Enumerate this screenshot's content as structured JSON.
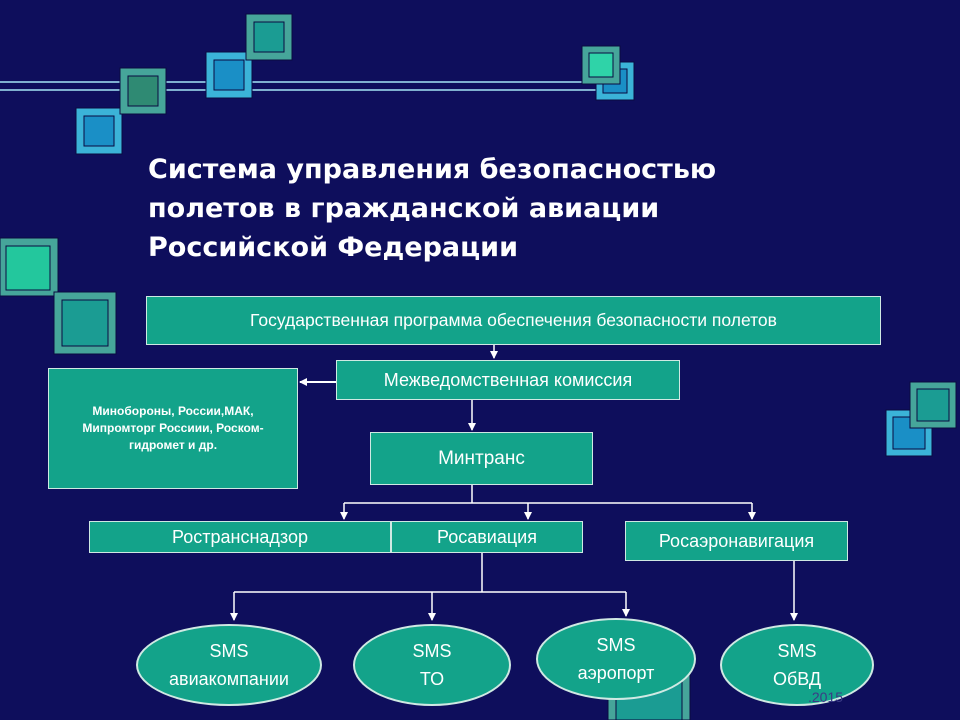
{
  "title": {
    "line1": "Система управления безопасностью",
    "line2": "полетов в гражданской авиации",
    "line3": "Российской Федерации"
  },
  "nodes": {
    "state_program": "Государственная программа обеспечения безопасности полетов",
    "interagency": "Межведомственная комиссия",
    "agencies_line1": "Минобороны, России,МАК,",
    "agencies_line2": "Мипромторг Россиии, Роском-",
    "agencies_line3": "гидромет и др.",
    "mintrans": "Минтранс",
    "rostransnadzor": "Ространснадзор",
    "rosaviatsia": "Росавиация",
    "rosaeronavigatsia": "Росаэронавигация"
  },
  "sms": [
    {
      "top": "SMS",
      "bottom": "авиакомпании"
    },
    {
      "top": "SMS",
      "bottom": "ТО"
    },
    {
      "top": "SMS",
      "bottom": "аэропорт"
    },
    {
      "top": "SMS",
      "bottom": "ОбВД"
    }
  ],
  "footer": {
    "date_fragment": ".2015"
  },
  "colors": {
    "background": "#0e0e5c",
    "node_fill": "#13a38a",
    "line": "#ffffff"
  }
}
